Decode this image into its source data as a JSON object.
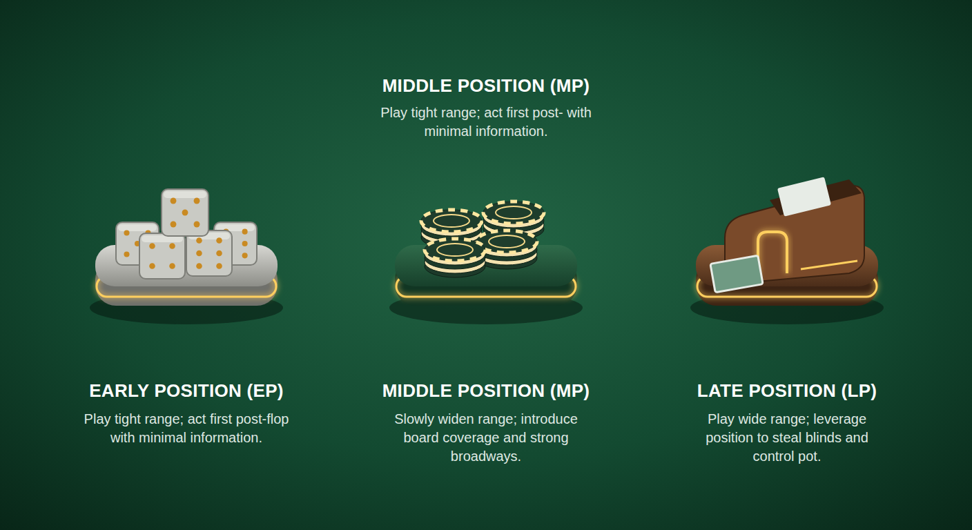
{
  "diagram": {
    "nodes": [
      {
        "text": [
          "EARLY POSITION (EP)",
          "Play tight range; act first post-flop with minimal information."
        ]
      },
      {
        "text": [
          "MIDDLE POSITION (MP)",
          "Slowly widen range; introduce board coverage and strong broadways."
        ]
      },
      {
        "text": [
          "LATE POSITION (LP)",
          "Play wide range; leverage position to steal blinds and control pot."
        ]
      }
    ],
    "edges": [
      {
        "from": 0,
        "to": 1,
        "arrow": "none"
      },
      {
        "from": 1,
        "to": 2,
        "arrow": "none"
      }
    ],
    "labels": [
      "MIDDLE POSITION (MP)",
      "Play tight range; act first post- with minimal information."
    ]
  }
}
